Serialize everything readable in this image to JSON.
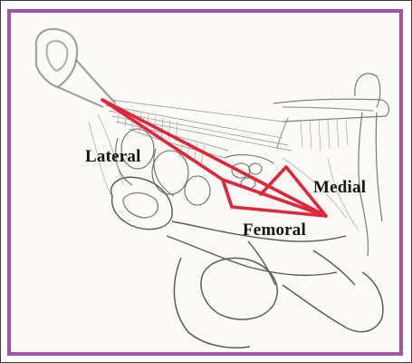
{
  "figure": {
    "labels": {
      "lateral": "Lateral",
      "medial": "Medial",
      "femoral": "Femoral"
    },
    "colors": {
      "frame_border": "#a652a8",
      "highlight_lines": "#e0263a",
      "label_text": "#141414"
    }
  }
}
